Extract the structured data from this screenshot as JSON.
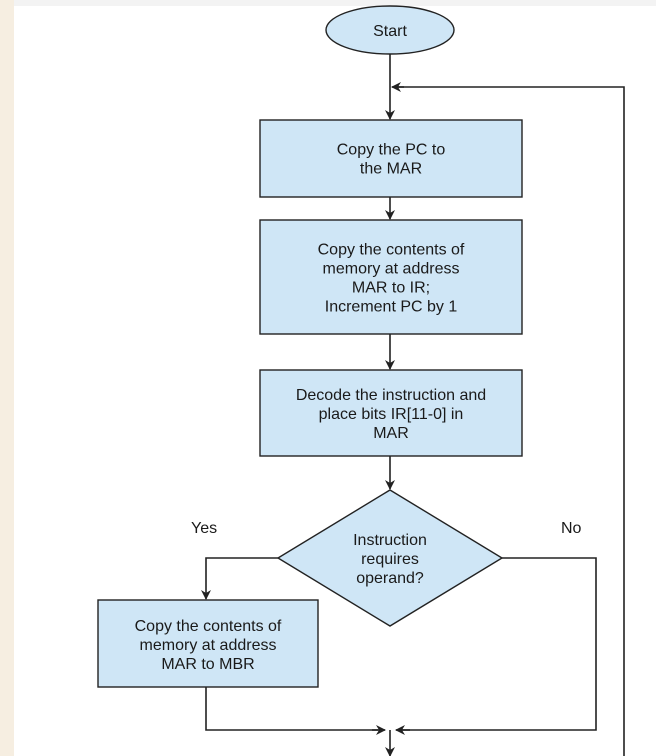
{
  "colors": {
    "box_fill": "#cfe6f6",
    "stroke": "#222222",
    "line": "#222222"
  },
  "nodes": {
    "start": {
      "lines": [
        "Start"
      ]
    },
    "copy_pc": {
      "lines": [
        "Copy the PC to",
        "the MAR"
      ]
    },
    "copy_mem_ir": {
      "lines": [
        "Copy the contents of",
        "memory at address",
        "MAR to IR;",
        "Increment PC by 1"
      ]
    },
    "decode": {
      "lines": [
        "Decode the instruction and",
        "place bits IR[11-0] in",
        "MAR"
      ]
    },
    "decision": {
      "lines": [
        "Instruction",
        "requires",
        "operand?"
      ]
    },
    "copy_mem_mbr": {
      "lines": [
        "Copy the contents of",
        "memory at address",
        "MAR to MBR"
      ]
    }
  },
  "labels": {
    "yes": "Yes",
    "no": "No"
  }
}
